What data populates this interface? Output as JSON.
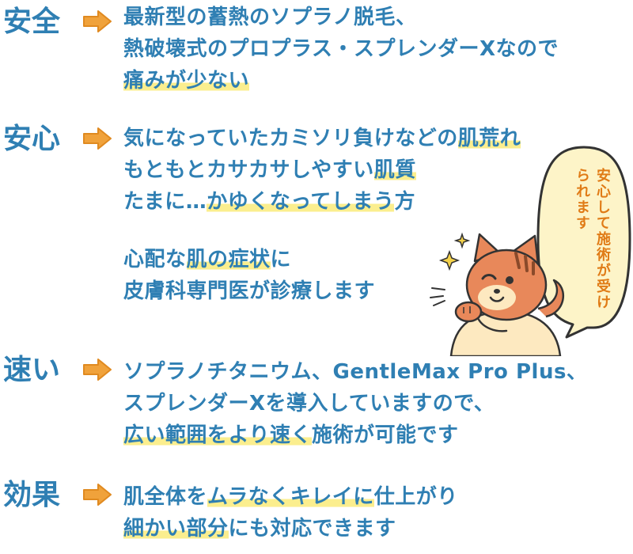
{
  "sections": [
    {
      "label": "安全",
      "lines": [
        [
          {
            "t": "最新型の蓄熱のソプラノ脱毛、",
            "hl": false
          }
        ],
        [
          {
            "t": "熱破壊式のプロプラス・スプレンダーXなので",
            "hl": false
          }
        ],
        [
          {
            "t": "痛みが少ない",
            "hl": true
          }
        ]
      ]
    },
    {
      "label": "安心",
      "lines": [
        [
          {
            "t": "気になっていたカミソリ負けなどの",
            "hl": false
          },
          {
            "t": "肌荒れ",
            "hl": true
          }
        ],
        [
          {
            "t": "もともとカサカサしやすい",
            "hl": false
          },
          {
            "t": "肌質",
            "hl": true
          }
        ],
        [
          {
            "t": "たまに…",
            "hl": false
          },
          {
            "t": "かゆくなってしまう",
            "hl": true
          },
          {
            "t": "方",
            "hl": false
          }
        ]
      ],
      "extra_lines": [
        [
          {
            "t": "心配な",
            "hl": false
          },
          {
            "t": "肌の症状",
            "hl": true
          },
          {
            "t": "に",
            "hl": false
          }
        ],
        [
          {
            "t": "皮膚科専門医が診療します",
            "hl": false
          }
        ]
      ]
    },
    {
      "label": "速い",
      "lines": [
        [
          {
            "t": "ソプラノチタニウム、GentleMax Pro Plus、",
            "hl": false
          }
        ],
        [
          {
            "t": "スプレンダーXを導入していますので、",
            "hl": false
          }
        ],
        [
          {
            "t": "広い範囲をより速く",
            "hl": true
          },
          {
            "t": "施術が可能です",
            "hl": false
          }
        ]
      ]
    },
    {
      "label": "効果",
      "lines": [
        [
          {
            "t": "肌全体を",
            "hl": false
          },
          {
            "t": "ムラなくキレイに",
            "hl": true
          },
          {
            "t": "仕上がり",
            "hl": false
          }
        ],
        [
          {
            "t": "細かい部分",
            "hl": true
          },
          {
            "t": "にも対応できます",
            "hl": false
          }
        ]
      ]
    }
  ],
  "bubble": {
    "text": "安心して施術が受けられます"
  },
  "colors": {
    "text": "#2f7fb3",
    "arrow": "#f0a23b",
    "highlight": "#fbee8e",
    "bubble_text": "#e07b16",
    "bubble_fill": "#fdf4c8",
    "cat": "#e8885a"
  }
}
